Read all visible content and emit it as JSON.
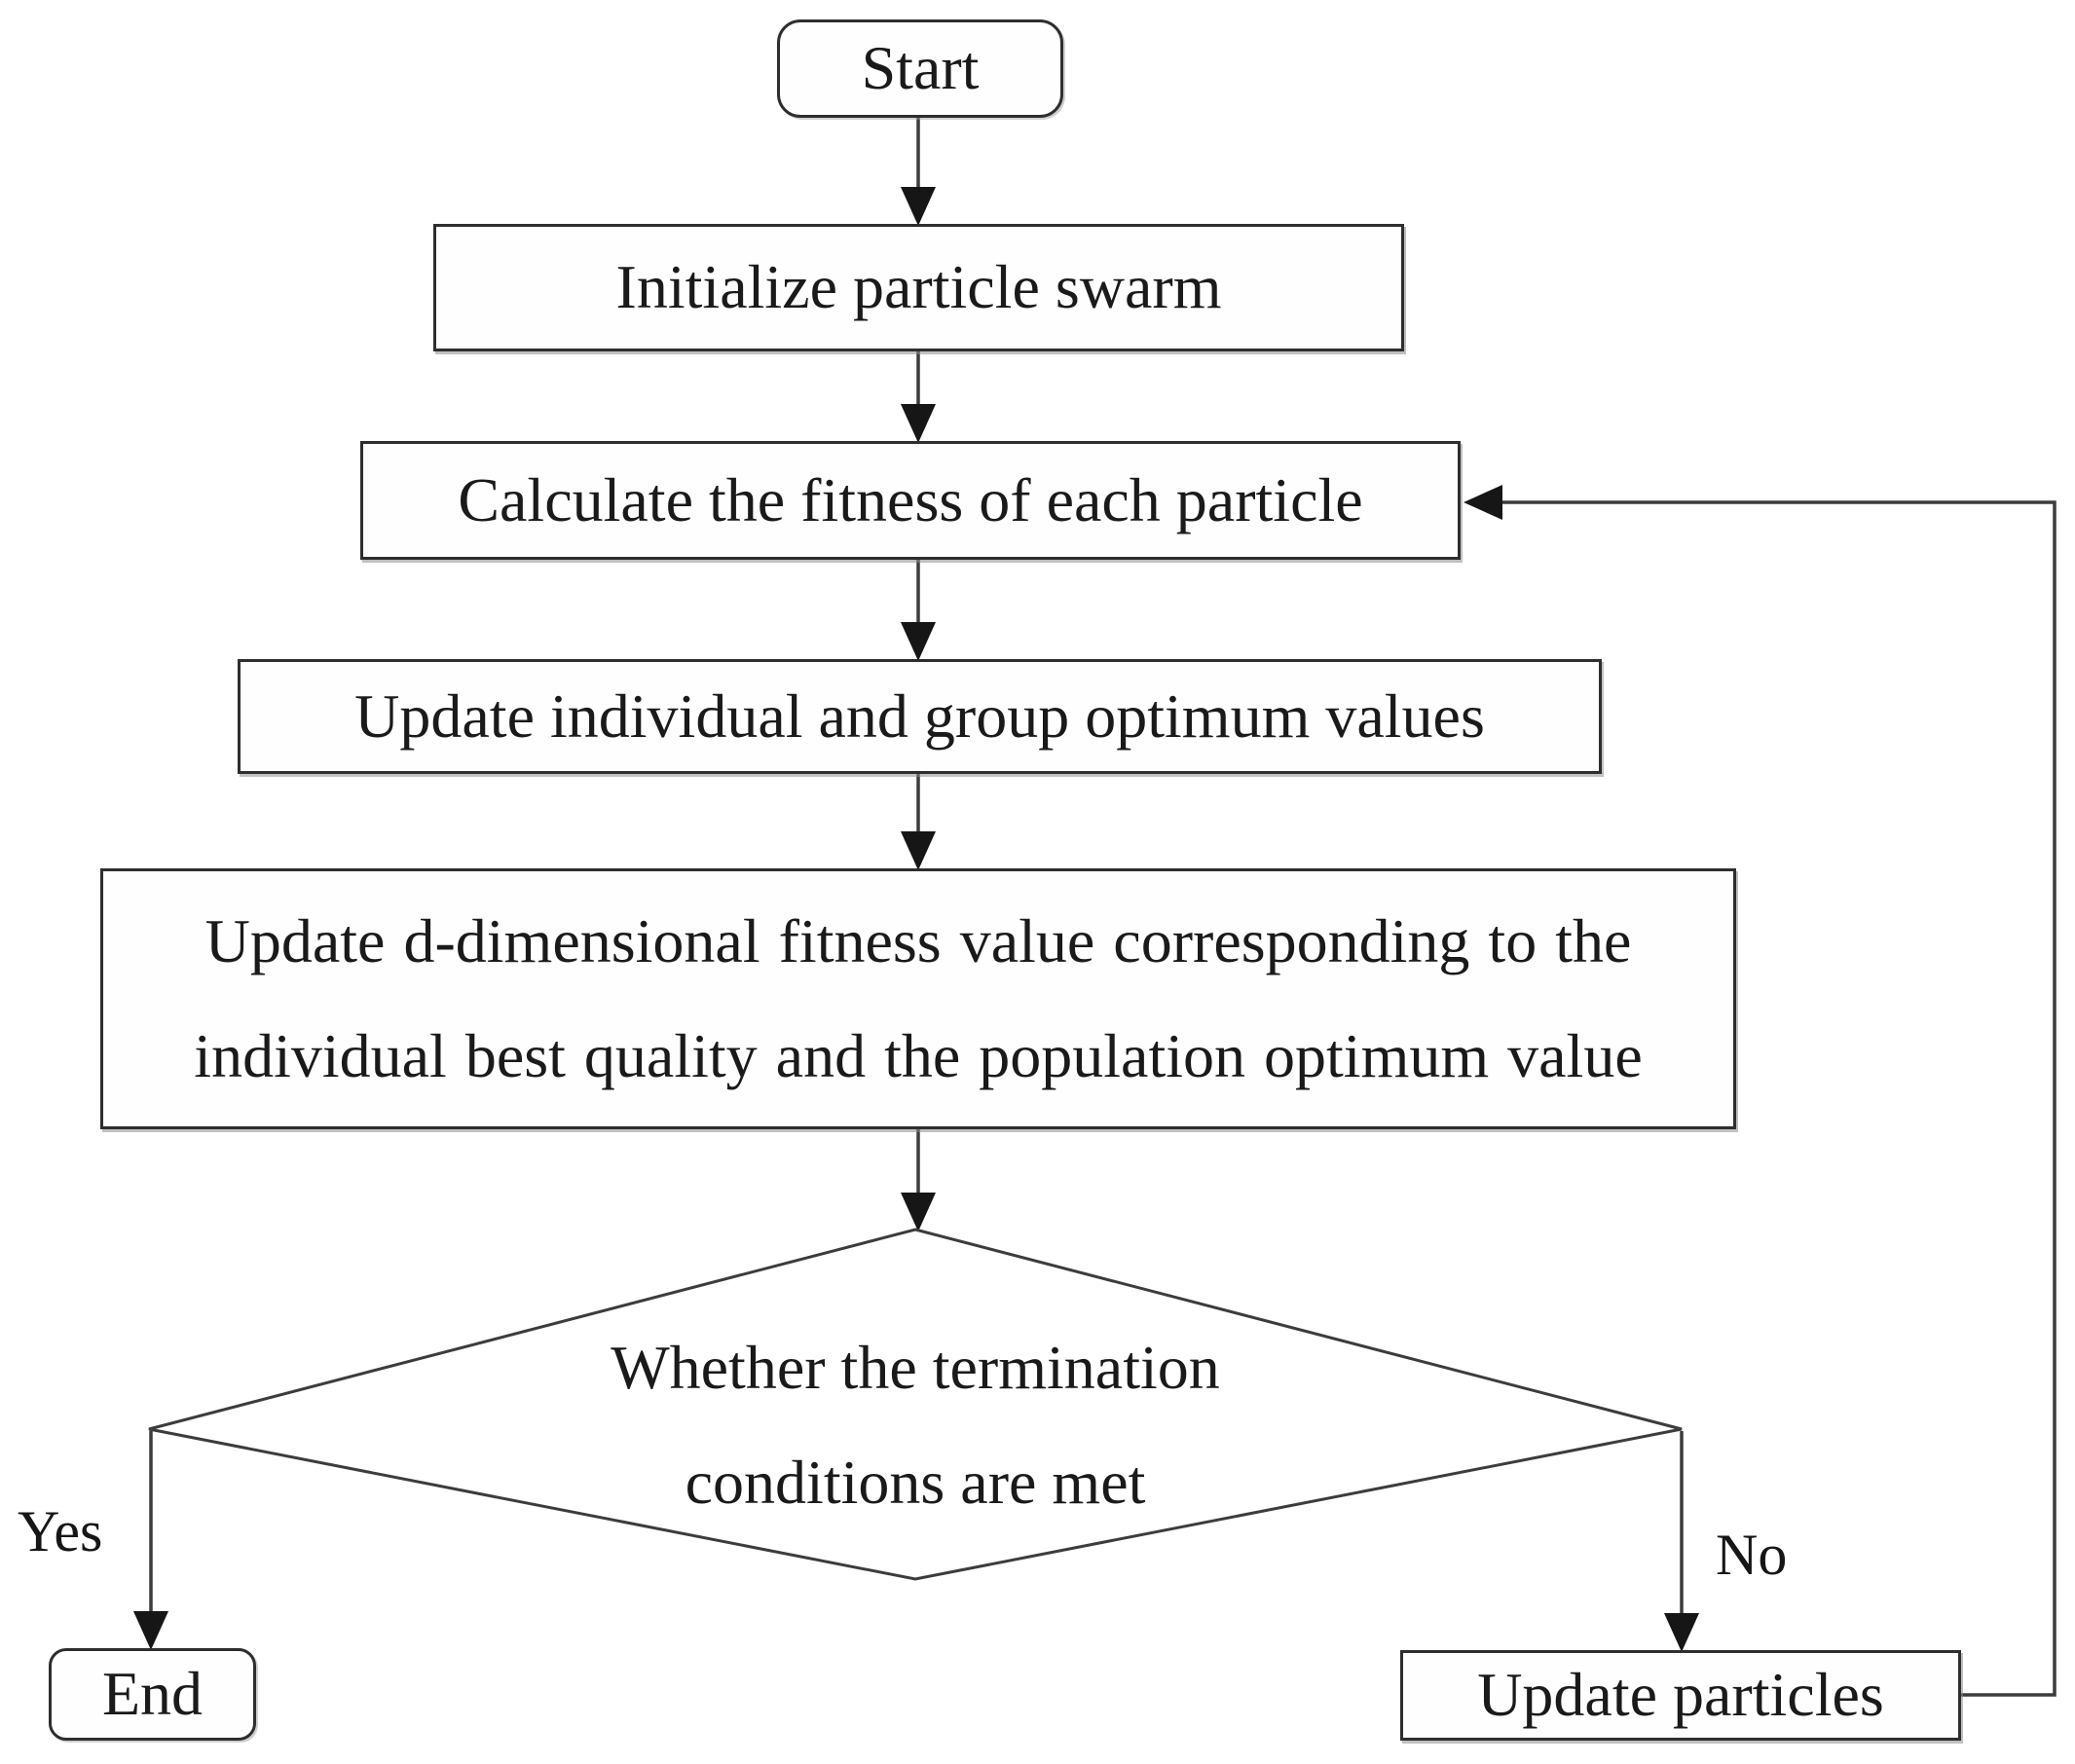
{
  "diagram": {
    "type": "flowchart",
    "colors": {
      "background": "#ffffff",
      "stroke": "#3c3c3c",
      "box_border": "#2e2e2e",
      "text": "#1a1a1a",
      "arrow_fill": "#161616"
    },
    "nodes": {
      "start": {
        "type": "terminator",
        "label": "Start"
      },
      "initialize": {
        "type": "process",
        "label": "Initialize particle swarm"
      },
      "calculate_fitness": {
        "type": "process",
        "label": "Calculate the fitness of each particle"
      },
      "update_optimum": {
        "type": "process",
        "label": "Update individual and group optimum values"
      },
      "update_d_fitness": {
        "type": "process",
        "label": "Update d-dimensional fitness value corresponding to the individual best quality and the population optimum value",
        "lines": [
          "Update d-dimensional fitness value corresponding to the",
          "individual best quality and the population optimum value"
        ]
      },
      "decision": {
        "type": "decision",
        "label": "Whether the termination conditions are met",
        "lines": [
          "Whether the termination",
          "conditions are met"
        ]
      },
      "end": {
        "type": "terminator",
        "label": "End"
      },
      "update_particles": {
        "type": "process",
        "label": "Update particles"
      }
    },
    "edges": {
      "yes": {
        "label": "Yes"
      },
      "no": {
        "label": "No"
      }
    }
  }
}
